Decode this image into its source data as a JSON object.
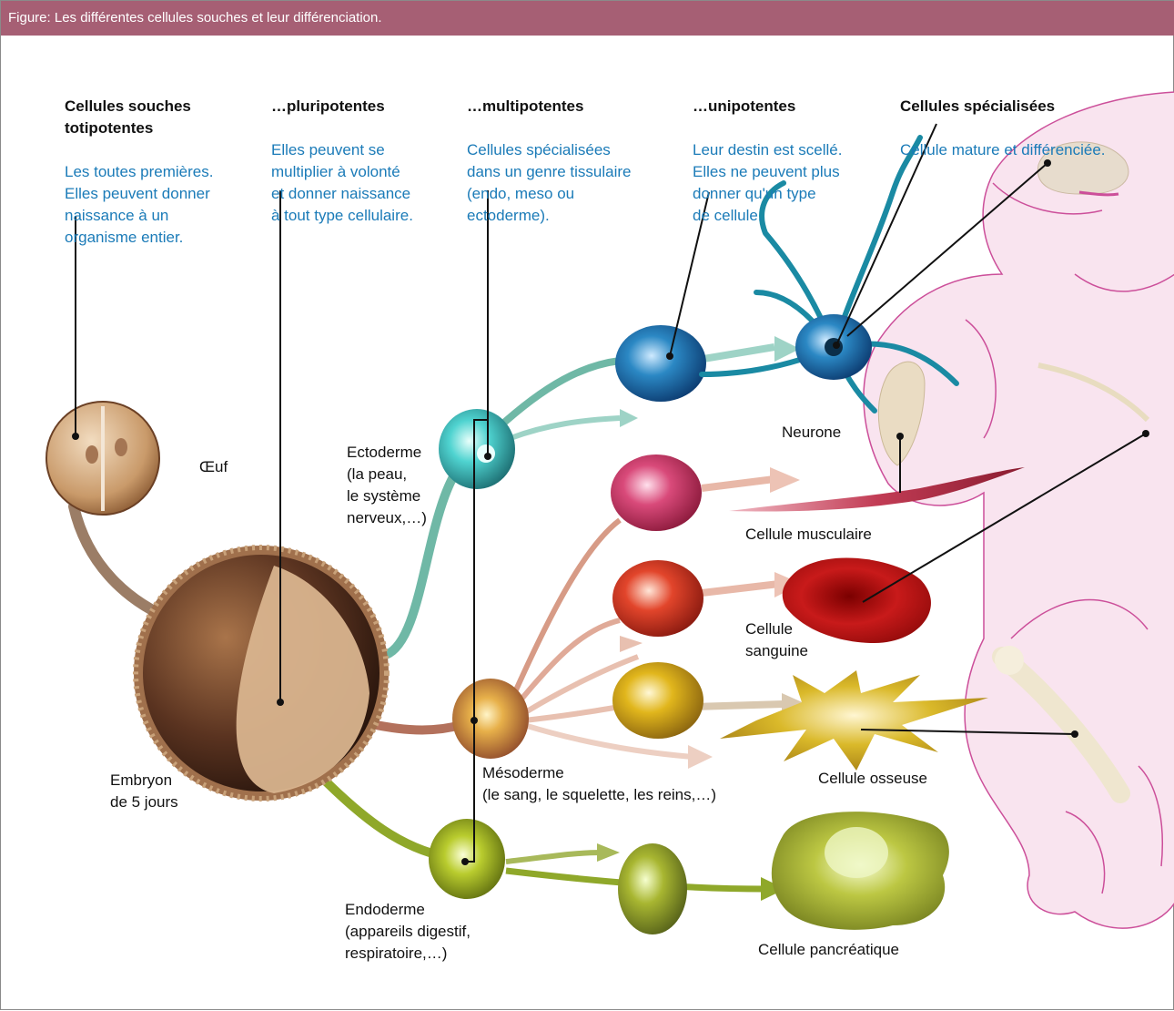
{
  "caption": "Figure: Les différentes cellules souches et leur différenciation.",
  "stages": [
    {
      "heading": "Cellules souches\ntotipotentes",
      "description": "Les toutes premières.\nElles peuvent donner\nnaissance à un\norganisme entier."
    },
    {
      "heading": "…pluripotentes",
      "description": "Elles peuvent se\nmultiplier à volonté\net donner naissance\nà tout type cellulaire."
    },
    {
      "heading": "…multipotentes",
      "description": "Cellules spécialisées\ndans un genre tissulaire\n(endo, meso ou\nectoderme)."
    },
    {
      "heading": "…unipotentes",
      "description": "Leur destin est scellé.\nElles ne peuvent plus\ndonner qu'un type\nde cellule."
    },
    {
      "heading": "Cellules spécialisées",
      "description": "Cellule mature et différenciée."
    }
  ],
  "labels": {
    "oeuf": "Œuf",
    "embryon": "Embryon\nde 5 jours",
    "ectoderme": "Ectoderme\n(la peau,\nle système\nnerveux,…)",
    "mesoderme": "Mésoderme\n(le sang, le squelette, les reins,…)",
    "endoderme": "Endoderme\n(appareils digestif,\nrespiratoire,…)",
    "neurone": "Neurone",
    "musculaire": "Cellule musculaire",
    "sanguine": "Cellule\nsanguine",
    "osseuse": "Cellule osseuse",
    "pancreatique": "Cellule pancréatique"
  },
  "colors": {
    "banner": "#a65f74",
    "heading_text": "#111111",
    "description_text": "#1b7bb8",
    "baby_outline": "#cc4f9a",
    "baby_fill": "#f9e4ef",
    "ectoderm": "#6fb8a6",
    "mesoderm": "#b3715c",
    "endoderm": "#8fa82a",
    "neuron": "#1a8aa3",
    "muscle": "#c8485e",
    "blood": "#b8101e",
    "bone": "#d9b521",
    "pancreas": "#a7b636"
  }
}
